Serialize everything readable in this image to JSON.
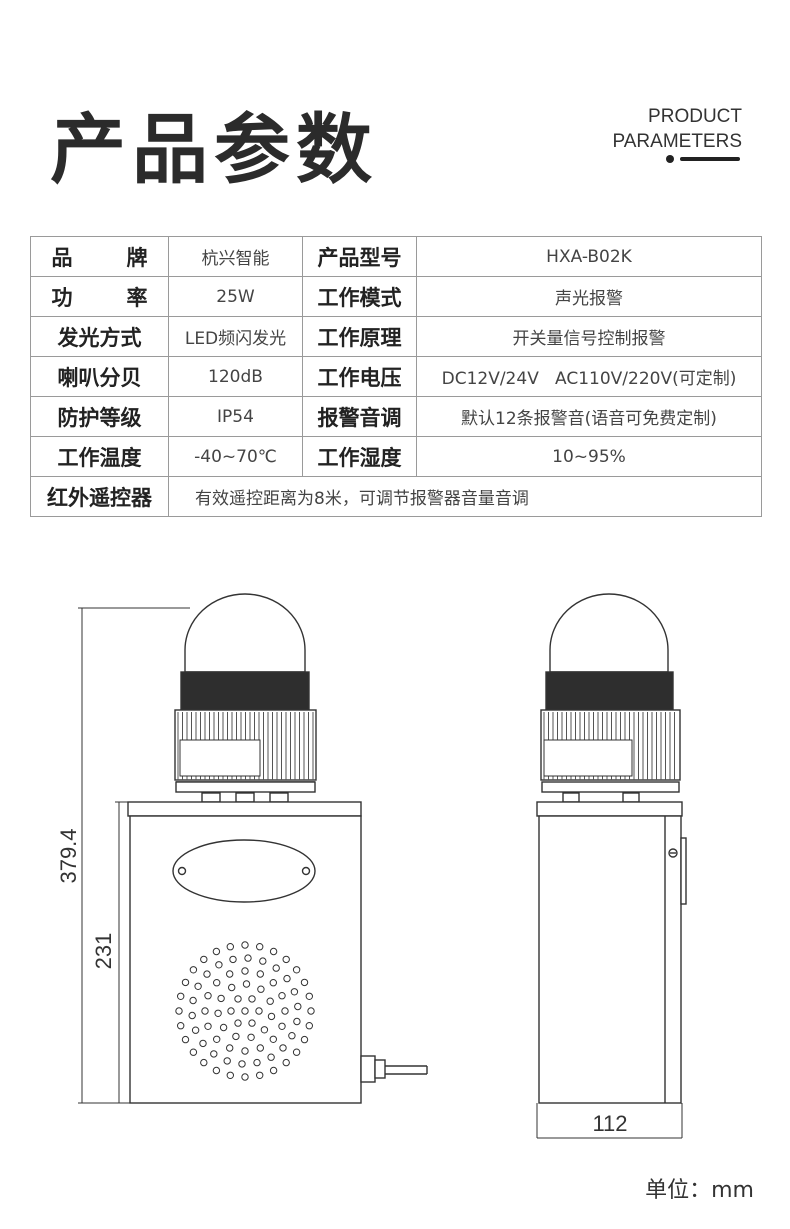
{
  "header": {
    "title": "产品参数",
    "en_line1": "PRODUCT",
    "en_line2": "PARAMETERS"
  },
  "params": {
    "rows": [
      {
        "k1": "品牌",
        "v1": "杭兴智能",
        "k2": "产品型号",
        "v2": "HXA-B02K"
      },
      {
        "k1": "功率",
        "v1": "25W",
        "k2": "工作模式",
        "v2": "声光报警"
      },
      {
        "k1": "发光方式",
        "v1": "LED频闪发光",
        "k2": "工作原理",
        "v2": "开关量信号控制报警"
      },
      {
        "k1": "喇叭分贝",
        "v1": "120dB",
        "k2": "工作电压",
        "v2": "DC12V/24V   AC110V/220V(可定制)"
      },
      {
        "k1": "防护等级",
        "v1": "IP54",
        "k2": "报警音调",
        "v2": "默认12条报警音(语音可免费定制)"
      },
      {
        "k1": "工作温度",
        "v1": "-40~70℃",
        "k2": "工作湿度",
        "v2": "10~95%"
      }
    ],
    "last_row": {
      "k": "红外遥控器",
      "v": "有效遥控距离为8米，可调节报警器音量音调"
    }
  },
  "drawing": {
    "dim_total_height": "379.4",
    "dim_box_height": "231",
    "dim_width": "112"
  },
  "footer": {
    "unit": "单位：mm"
  }
}
